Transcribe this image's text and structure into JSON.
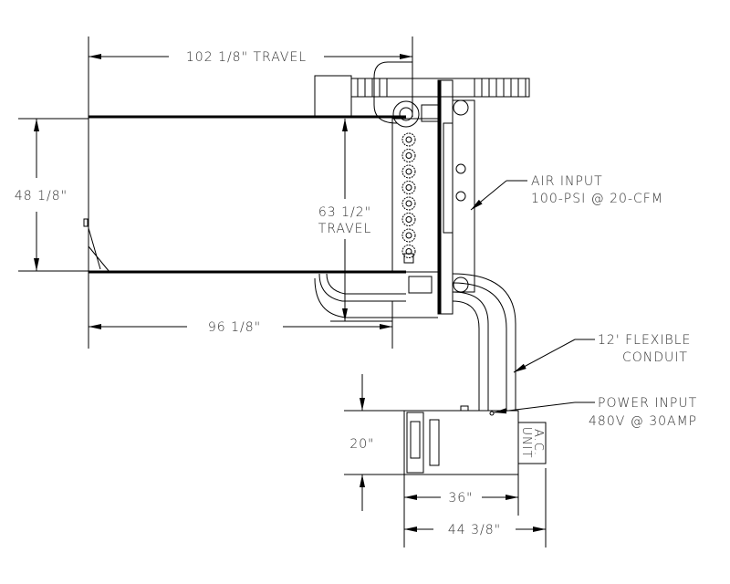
{
  "dimensions": {
    "top_travel": "102 1/8\" TRAVEL",
    "left_height": "48 1/8\"",
    "vertical_travel_value": "63 1/2\"",
    "vertical_travel_label": "TRAVEL",
    "bottom_length": "96 1/8\"",
    "box_height": "20\"",
    "box_width": "36\"",
    "box_total_width": "44 3/8\""
  },
  "callouts": {
    "air_input_line1": "AIR INPUT",
    "air_input_line2": "100-PSI @ 20-CFM",
    "conduit_line1": "12' FLEXIBLE",
    "conduit_line2": "CONDUIT",
    "power_line1": "POWER INPUT",
    "power_line2": "480V @ 30AMP",
    "ac_unit_line1": "A.C.",
    "ac_unit_line2": "UNIT"
  }
}
